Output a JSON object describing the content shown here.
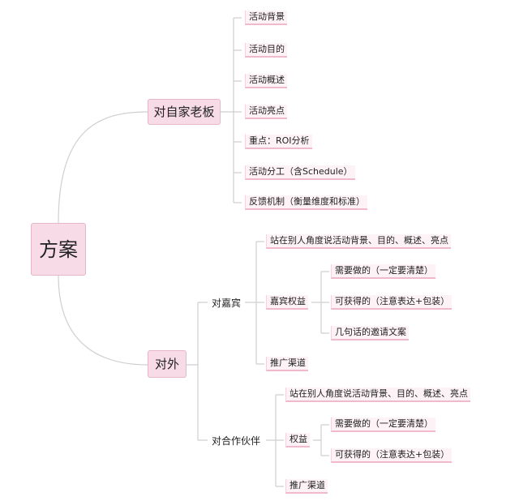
{
  "root": {
    "label": "方案"
  },
  "boss": {
    "label": "对自家老板",
    "items": [
      "活动背景",
      "活动目的",
      "活动概述",
      "活动亮点",
      "重点：ROI分析",
      "活动分工（含Schedule）",
      "反馈机制（衡量维度和标准）"
    ]
  },
  "external": {
    "label": "对外",
    "guests": {
      "label": "对嘉宾",
      "perspective": "站在别人角度说活动背景、目的、概述、亮点",
      "benefits": {
        "label": "嘉宾权益",
        "items": [
          "需要做的（一定要清楚）",
          "可获得的（注意表达+包装）",
          "几句话的邀请文案"
        ]
      },
      "channel": "推广渠道"
    },
    "partners": {
      "label": "对合作伙伴",
      "perspective": "站在别人角度说活动背景、目的、概述、亮点",
      "benefits": {
        "label": "权益",
        "items": [
          "需要做的（一定要清楚）",
          "可获得的（注意表达+包装）"
        ]
      },
      "channel": "推广渠道"
    }
  },
  "colors": {
    "node_fill": "#f7dbe6",
    "node_border": "#e8b6c9",
    "leaf_underline": "#f0b9cd",
    "connector": "#cfcfcf"
  }
}
